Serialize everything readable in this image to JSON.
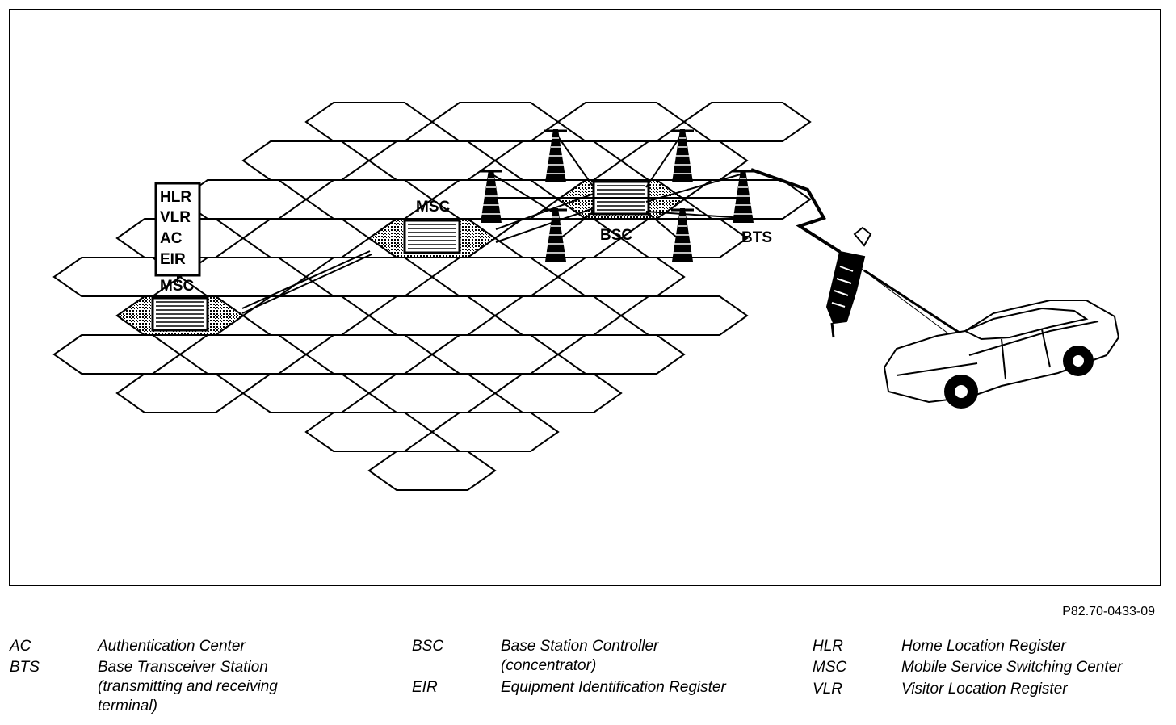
{
  "diagram": {
    "labels": {
      "hlr": "HLR",
      "vlr": "VLR",
      "ac": "AC",
      "eir": "EIR",
      "msc_left": "MSC",
      "msc_center": "MSC",
      "bsc": "BSC",
      "bts": "BTS"
    }
  },
  "reference": "P82.70-0433-09",
  "legend": {
    "col1": [
      {
        "abbr": "AC",
        "desc": "Authentication Center"
      },
      {
        "abbr": "BTS",
        "desc": "Base Transceiver Station (transmitting and receiving terminal)"
      }
    ],
    "col2": [
      {
        "abbr": "BSC",
        "desc": "Base Station Controller (concentrator)"
      },
      {
        "abbr": "EIR",
        "desc": "Equipment Identification Register"
      }
    ],
    "col3": [
      {
        "abbr": "HLR",
        "desc": "Home Location Register"
      },
      {
        "abbr": "MSC",
        "desc": "Mobile Service Switching Center"
      },
      {
        "abbr": "VLR",
        "desc": "Visitor Location Register"
      }
    ]
  }
}
